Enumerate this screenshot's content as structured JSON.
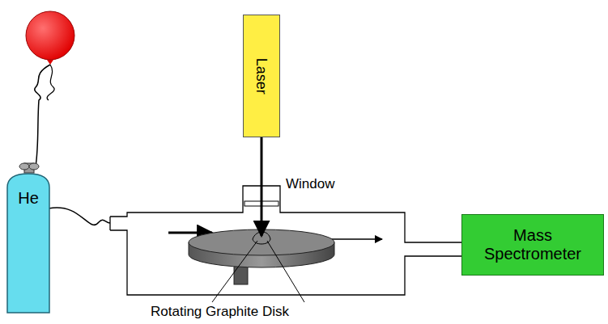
{
  "diagram": {
    "nodes": [
      {
        "text": [
          "He"
        ]
      },
      {
        "text": [
          "Laser"
        ]
      },
      {
        "text": [
          "Mass Spectrometer"
        ]
      }
    ],
    "labels": [
      "Window",
      "Rotating Graphite Disk"
    ]
  }
}
